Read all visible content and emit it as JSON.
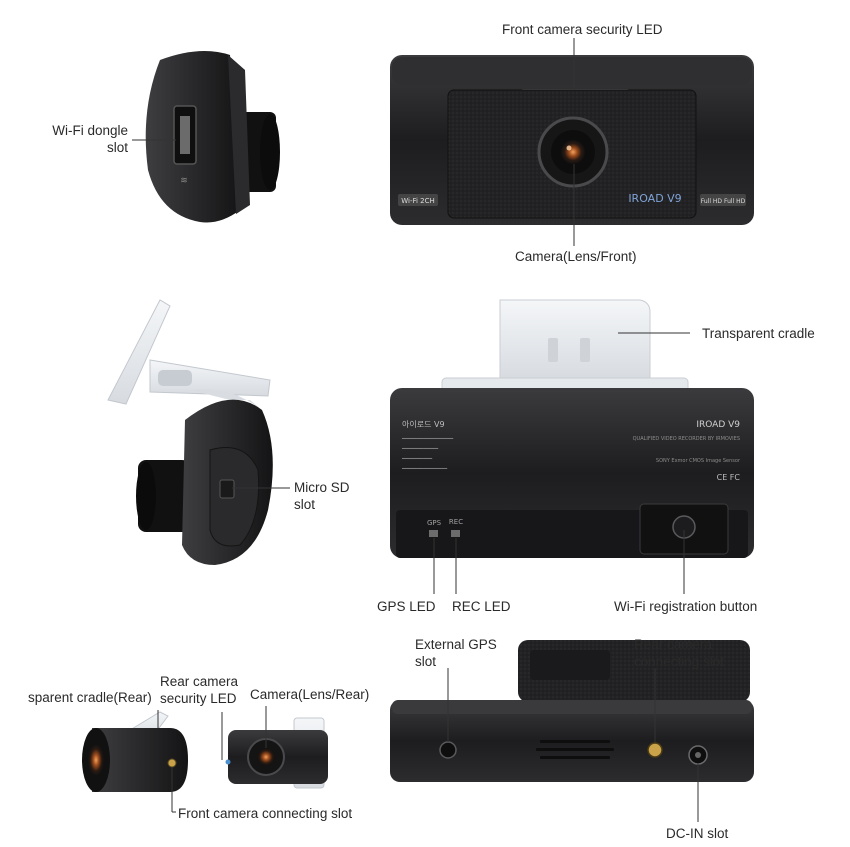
{
  "callouts": {
    "front_security_led": "Front camera security LED",
    "wifi_dongle_slot_1": "Wi-Fi dongle",
    "wifi_dongle_slot_2": "slot",
    "camera_lens_front": "Camera(Lens/Front)",
    "transparent_cradle": "Transparent cradle",
    "micro_sd_slot_1": "Micro SD",
    "micro_sd_slot_2": "slot",
    "gps_led": "GPS LED",
    "rec_led": "REC LED",
    "wifi_registration_button": "Wi-Fi registration button",
    "external_gps_slot_1": "External GPS",
    "external_gps_slot_2": "slot",
    "rear_camera_connecting_slot_1": "Rear camera",
    "rear_camera_connecting_slot_2": "connecting slot",
    "transparent_cradle_rear": "sparent cradle(Rear)",
    "rear_security_led_1": "Rear camera",
    "rear_security_led_2": "security LED",
    "camera_lens_rear": "Camera(Lens/Rear)",
    "front_camera_connecting_slot": "Front camera connecting slot",
    "dc_in_slot": "DC-IN slot"
  },
  "device_markings": {
    "brand": "IROAD V9",
    "badge_wifi": "Wi-Fi 2CH",
    "badge_fullhd": "Full HD Full HD",
    "back_brand": "IROAD V9",
    "back_model": "아이로드 V9",
    "back_tagline": "QUALIFIED VIDEO RECORDER BY IRMOVIES",
    "back_sensor": "SONY Exmor CMOS Image Sensor",
    "back_cert": "CE FC",
    "led_gps": "GPS",
    "led_rec": "REC"
  },
  "colors": {
    "device_body": "#1f1f21",
    "device_highlight": "#3a3a3d",
    "lens_amber": "#b5662a",
    "connector_gold": "#c9a24a",
    "cradle_clear": "#e9ecef",
    "label_line": "#333333"
  }
}
